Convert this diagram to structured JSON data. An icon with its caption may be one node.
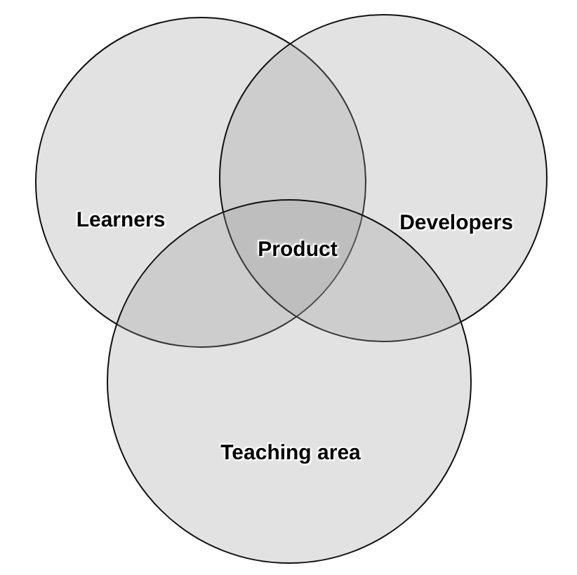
{
  "diagram": {
    "nodes": [
      {
        "text": [
          "Learners"
        ]
      },
      {
        "text": [
          "Developers"
        ]
      },
      {
        "text": [
          "Teaching area"
        ]
      },
      {
        "text": [
          "Product"
        ]
      }
    ],
    "edges": []
  }
}
